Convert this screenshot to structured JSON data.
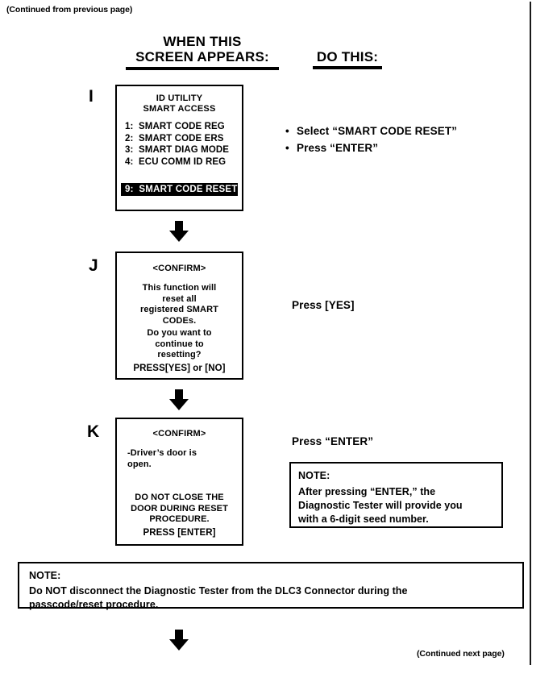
{
  "page": {
    "continued_from": "(Continued from previous page)",
    "continued_next": "(Continued next page)",
    "rule_color": "#1a1a1a"
  },
  "headers": {
    "left_line1": "WHEN THIS",
    "left_line2": "SCREEN APPEARS:",
    "right": "DO THIS:"
  },
  "steps": [
    {
      "letter": "I",
      "screen": {
        "title_line1": "ID UTILITY",
        "title_line2": "SMART ACCESS",
        "menu": [
          "1:  SMART CODE REG",
          "2:  SMART CODE ERS",
          "3:  SMART DIAG MODE",
          "4:  ECU COMM ID REG"
        ],
        "highlighted": "9:  SMART CODE RESET"
      },
      "actions": [
        "Select “SMART CODE RESET”",
        "Press “ENTER”"
      ],
      "bullet_glyph": "•"
    },
    {
      "letter": "J",
      "screen": {
        "title": "<CONFIRM>",
        "para1_line1": "This function will",
        "para1_line2": "reset all",
        "para1_line3": "registered SMART",
        "para1_line4": "CODEs.",
        "para2_line1": "Do you want to",
        "para2_line2": "continue to",
        "para2_line3": "resetting?",
        "footer": "PRESS[YES] or [NO]"
      },
      "action": "Press [YES]"
    },
    {
      "letter": "K",
      "screen": {
        "title": "<CONFIRM>",
        "para1_line1": "-Driver’s door is",
        "para1_line2": " open.",
        "para2_line1": "DO NOT CLOSE THE",
        "para2_line2": "DOOR DURING RESET",
        "para2_line3": "PROCEDURE.",
        "footer": "PRESS [ENTER]"
      },
      "action": "Press “ENTER”",
      "note": {
        "label": "NOTE:",
        "line1": "After pressing “ENTER,” the",
        "line2": "Diagnostic Tester will provide you",
        "line3": "with a 6-digit seed number."
      }
    }
  ],
  "bottom_note": {
    "label": "NOTE:",
    "line1": "Do NOT disconnect the Diagnostic Tester from the DLC3 Connector during the",
    "line2": "passcode/reset procedure."
  }
}
